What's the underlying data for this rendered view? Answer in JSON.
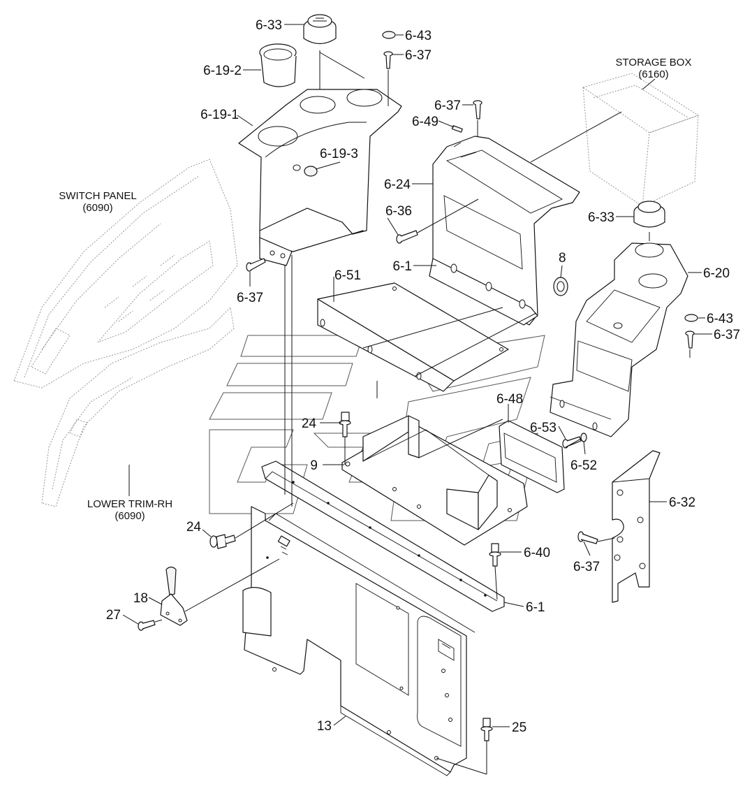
{
  "callouts": [
    {
      "id": "c-6-33-top",
      "text": "6-33"
    },
    {
      "id": "c-6-43-top",
      "text": "6-43"
    },
    {
      "id": "c-6-37-top",
      "text": "6-37"
    },
    {
      "id": "c-6-19-2",
      "text": "6-19-2"
    },
    {
      "id": "c-6-19-1",
      "text": "6-19-1"
    },
    {
      "id": "c-6-19-3",
      "text": "6-19-3"
    },
    {
      "id": "c-6-37-mid",
      "text": "6-37"
    },
    {
      "id": "c-6-49",
      "text": "6-49"
    },
    {
      "id": "c-6-24",
      "text": "6-24"
    },
    {
      "id": "c-6-36",
      "text": "6-36"
    },
    {
      "id": "c-6-1-top",
      "text": "6-1"
    },
    {
      "id": "c-8",
      "text": "8"
    },
    {
      "id": "c-6-33-right",
      "text": "6-33"
    },
    {
      "id": "c-6-20",
      "text": "6-20"
    },
    {
      "id": "c-6-43-right",
      "text": "6-43"
    },
    {
      "id": "c-6-37-right",
      "text": "6-37"
    },
    {
      "id": "c-6-37-left",
      "text": "6-37"
    },
    {
      "id": "c-6-51",
      "text": "6-51"
    },
    {
      "id": "c-24-upper",
      "text": "24"
    },
    {
      "id": "c-9",
      "text": "9"
    },
    {
      "id": "c-6-48",
      "text": "6-48"
    },
    {
      "id": "c-6-53",
      "text": "6-53"
    },
    {
      "id": "c-6-52",
      "text": "6-52"
    },
    {
      "id": "c-6-32",
      "text": "6-32"
    },
    {
      "id": "c-24-lower",
      "text": "24"
    },
    {
      "id": "c-6-40",
      "text": "6-40"
    },
    {
      "id": "c-6-37-bottom",
      "text": "6-37"
    },
    {
      "id": "c-18",
      "text": "18"
    },
    {
      "id": "c-27",
      "text": "27"
    },
    {
      "id": "c-6-1-bottom",
      "text": "6-1"
    },
    {
      "id": "c-13",
      "text": "13"
    },
    {
      "id": "c-25",
      "text": "25"
    }
  ],
  "references": {
    "storage_box": {
      "name": "STORAGE BOX",
      "code": "(6160)"
    },
    "switch_panel": {
      "name": "SWITCH PANEL",
      "code": "(6090)"
    },
    "lower_trim": {
      "name": "LOWER TRIM-RH",
      "code": "(6090)"
    }
  }
}
